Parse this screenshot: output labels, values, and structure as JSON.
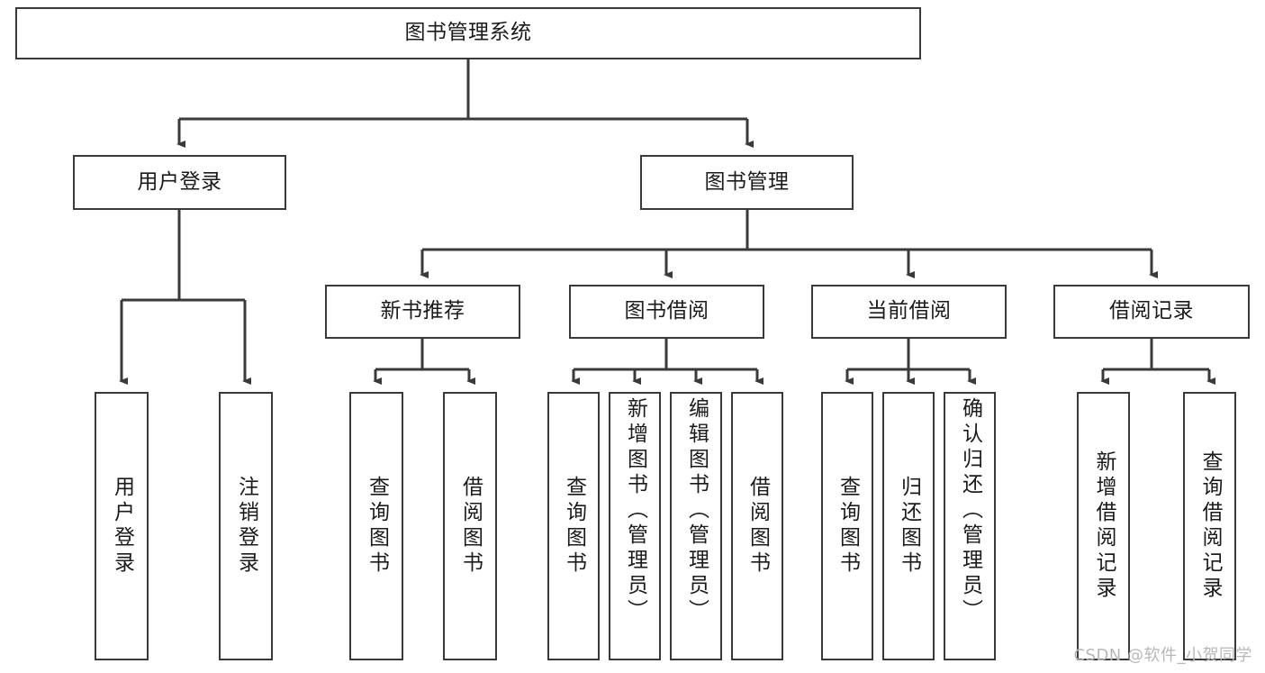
{
  "diagram": {
    "title": "图书管理系统",
    "type": "tree",
    "root": {
      "id": "root",
      "label": "图书管理系统",
      "orientation": "horizontal"
    },
    "level1": [
      {
        "id": "user-login",
        "label": "用户登录",
        "orientation": "horizontal"
      },
      {
        "id": "book-manage",
        "label": "图书管理",
        "orientation": "horizontal"
      }
    ],
    "level2": [
      {
        "id": "new-book-recommend",
        "label": "新书推荐",
        "orientation": "horizontal",
        "parent": "book-manage"
      },
      {
        "id": "book-borrow",
        "label": "图书借阅",
        "orientation": "horizontal",
        "parent": "book-manage"
      },
      {
        "id": "current-borrow",
        "label": "当前借阅",
        "orientation": "horizontal",
        "parent": "book-manage"
      },
      {
        "id": "borrow-record",
        "label": "借阅记录",
        "orientation": "horizontal",
        "parent": "book-manage"
      }
    ],
    "leaves": [
      {
        "id": "leaf-user-login",
        "label": "用户登录",
        "parent": "user-login",
        "orientation": "vertical"
      },
      {
        "id": "leaf-user-logout",
        "label": "注销登录",
        "parent": "user-login",
        "orientation": "vertical"
      },
      {
        "id": "leaf-query-book-1",
        "label": "查询图书",
        "parent": "new-book-recommend",
        "orientation": "vertical"
      },
      {
        "id": "leaf-borrow-book-1",
        "label": "借阅图书",
        "parent": "new-book-recommend",
        "orientation": "vertical"
      },
      {
        "id": "leaf-query-book-2",
        "label": "查询图书",
        "parent": "book-borrow",
        "orientation": "vertical"
      },
      {
        "id": "leaf-add-book",
        "label": "新增图书（管理员）",
        "parent": "book-borrow",
        "orientation": "vertical"
      },
      {
        "id": "leaf-edit-book",
        "label": "编辑图书（管理员）",
        "parent": "book-borrow",
        "orientation": "vertical"
      },
      {
        "id": "leaf-borrow-book-2",
        "label": "借阅图书",
        "parent": "book-borrow",
        "orientation": "vertical"
      },
      {
        "id": "leaf-query-book-3",
        "label": "查询图书",
        "parent": "current-borrow",
        "orientation": "vertical"
      },
      {
        "id": "leaf-return-book",
        "label": "归还图书",
        "parent": "current-borrow",
        "orientation": "vertical"
      },
      {
        "id": "leaf-confirm-return",
        "label": "确认归还（管理员）",
        "parent": "current-borrow",
        "orientation": "vertical"
      },
      {
        "id": "leaf-add-record",
        "label": "新增借阅记录",
        "parent": "borrow-record",
        "orientation": "vertical"
      },
      {
        "id": "leaf-query-record",
        "label": "查询借阅记录",
        "parent": "borrow-record",
        "orientation": "vertical"
      }
    ],
    "colors": {
      "box_border": "#3a3a3a",
      "box_fill": "#ffffff",
      "connector": "#3a3a3a",
      "text": "#1b1b1b",
      "background": "#ffffff",
      "watermark": "#b8b8b8"
    }
  },
  "watermark": {
    "text": "CSDN @软件_小贺同学"
  }
}
